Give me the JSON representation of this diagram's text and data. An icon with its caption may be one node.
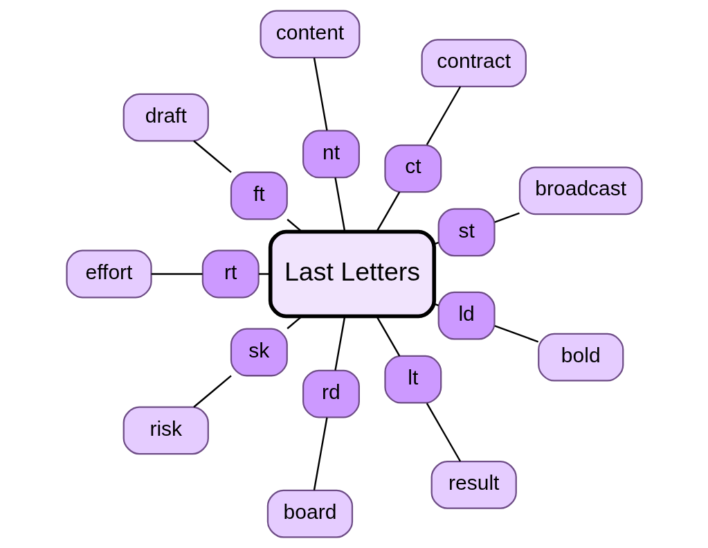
{
  "diagram": {
    "nodes": [
      {
        "text": [
          "broadcast"
        ]
      },
      {
        "text": [
          "contract"
        ]
      },
      {
        "text": [
          "content"
        ]
      },
      {
        "text": [
          "st"
        ]
      },
      {
        "text": [
          "ct"
        ]
      },
      {
        "text": [
          "nt"
        ]
      },
      {
        "text": [
          "Last Letters"
        ]
      },
      {
        "text": [
          "draft"
        ]
      },
      {
        "text": [
          "ft"
        ]
      },
      {
        "text": [
          "rt"
        ]
      },
      {
        "text": [
          "effort"
        ]
      },
      {
        "text": [
          "sk"
        ]
      },
      {
        "text": [
          "rd"
        ]
      },
      {
        "text": [
          "lt"
        ]
      },
      {
        "text": [
          "ld"
        ]
      },
      {
        "text": [
          "board"
        ]
      },
      {
        "text": [
          "risk"
        ]
      },
      {
        "text": [
          "result"
        ]
      },
      {
        "text": [
          "bold"
        ]
      }
    ],
    "edges": [
      {
        "from": 6,
        "to": 3,
        "arrow": "none"
      },
      {
        "from": 6,
        "to": 4,
        "arrow": "none"
      },
      {
        "from": 6,
        "to": 5,
        "arrow": "none"
      },
      {
        "from": 6,
        "to": 8,
        "arrow": "none"
      },
      {
        "from": 6,
        "to": 9,
        "arrow": "none"
      },
      {
        "from": 6,
        "to": 11,
        "arrow": "none"
      },
      {
        "from": 6,
        "to": 12,
        "arrow": "none"
      },
      {
        "from": 6,
        "to": 13,
        "arrow": "none"
      },
      {
        "from": 6,
        "to": 14,
        "arrow": "none"
      },
      {
        "from": 3,
        "to": 0,
        "arrow": "none"
      },
      {
        "from": 4,
        "to": 1,
        "arrow": "none"
      },
      {
        "from": 5,
        "to": 2,
        "arrow": "none"
      },
      {
        "from": 8,
        "to": 7,
        "arrow": "none"
      },
      {
        "from": 9,
        "to": 10,
        "arrow": "none"
      },
      {
        "from": 11,
        "to": 16,
        "arrow": "none"
      },
      {
        "from": 12,
        "to": 15,
        "arrow": "none"
      },
      {
        "from": 13,
        "to": 17,
        "arrow": "none"
      },
      {
        "from": 14,
        "to": 18,
        "arrow": "none"
      }
    ]
  }
}
